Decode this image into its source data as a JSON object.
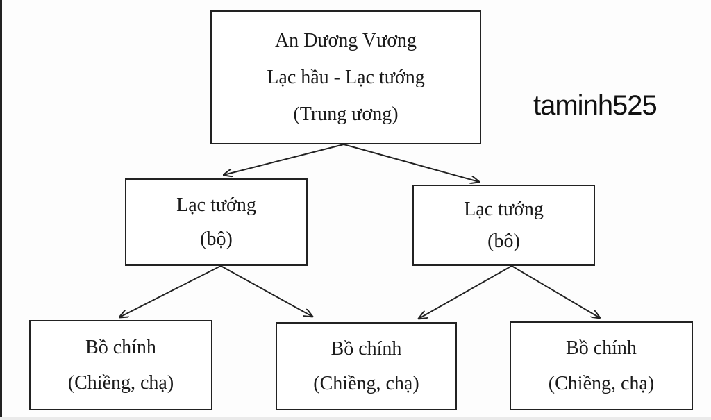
{
  "watermark": "taminh525",
  "nodes": {
    "root": {
      "line1": "An Dương Vương",
      "line2": "Lạc hầu - Lạc tướng",
      "line3": "(Trung ương)"
    },
    "left": {
      "line1": "Lạc tướng",
      "line2": "(bộ)"
    },
    "right": {
      "line1": "Lạc tướng",
      "line2": "(bô)"
    },
    "leaf1": {
      "line1": "Bồ chính",
      "line2": "(Chiềng, chạ)"
    },
    "leaf2": {
      "line1": "Bồ chính",
      "line2": "(Chiềng, chạ)"
    },
    "leaf3": {
      "line1": "Bồ chính",
      "line2": "(Chiềng, chạ)"
    }
  },
  "edges": [
    {
      "from": "root",
      "to": "left"
    },
    {
      "from": "root",
      "to": "right"
    },
    {
      "from": "left",
      "to": "leaf1"
    },
    {
      "from": "left",
      "to": "leaf2"
    },
    {
      "from": "right",
      "to": "leaf2"
    },
    {
      "from": "right",
      "to": "leaf3"
    }
  ]
}
